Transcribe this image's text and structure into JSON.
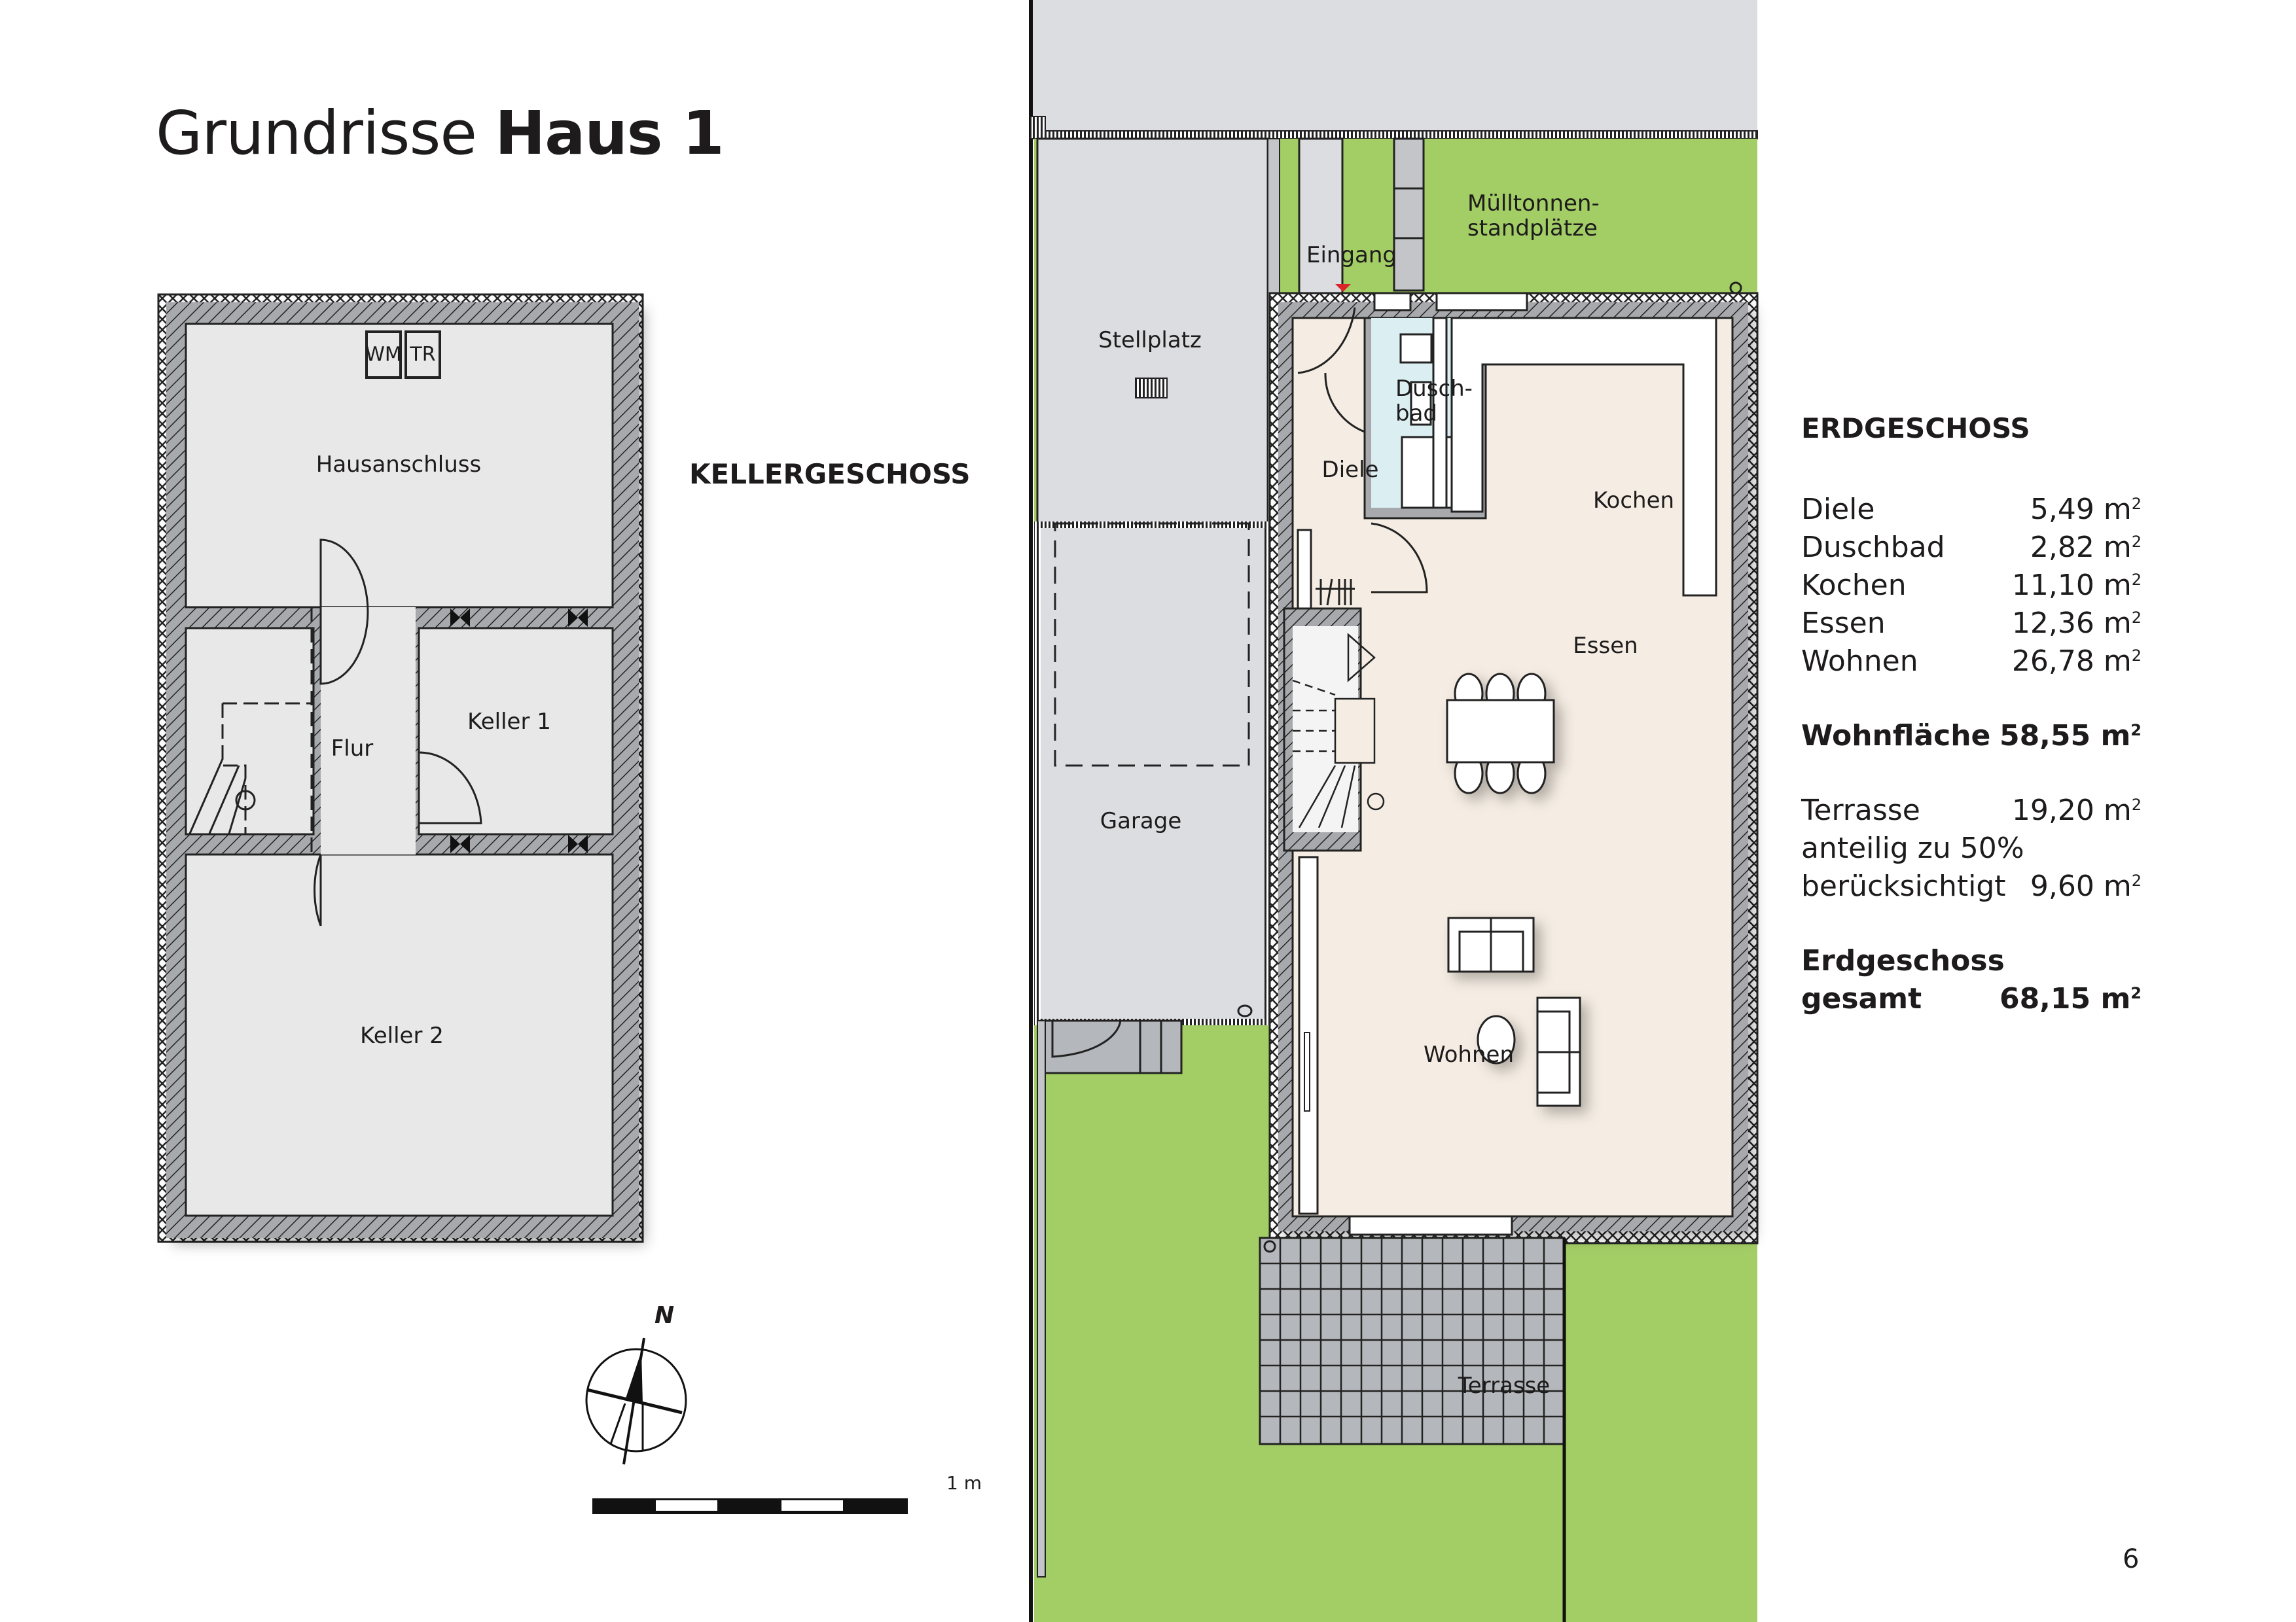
{
  "page": {
    "title_light": "Grundrisse",
    "title_bold": "Haus 1",
    "page_number": "6"
  },
  "kellergeschoss": {
    "heading": "KELLERGESCHOSS",
    "rooms": {
      "hausanschluss": "Hausanschluss",
      "flur": "Flur",
      "keller1": "Keller 1",
      "keller2": "Keller 2"
    },
    "appliances": {
      "wm": "WM",
      "tr": "TR"
    }
  },
  "erdgeschoss_plan": {
    "labels": {
      "stellplatz": "Stellplatz",
      "garage": "Garage",
      "eingang": "Eingang",
      "muelltonnen_line1": "Mülltonnen-",
      "muelltonnen_line2": "standplätze",
      "dusch_line1": "Dusch-",
      "dusch_line2": "bad",
      "diele": "Diele",
      "kochen": "Kochen",
      "essen": "Essen",
      "wohnen": "Wohnen",
      "terrasse": "Terrasse"
    },
    "colors": {
      "lawn": "#a3cd65",
      "interior_floor": "#f5ede3",
      "paving": "#b4b7bb",
      "driveway": "#dcdde0",
      "bath": "#dbeff3",
      "basement_floor": "#e8e8e9",
      "entrance_marker": "#d9252a"
    }
  },
  "compass": {
    "north_label": "N"
  },
  "scale_bar": {
    "label": "1 m"
  },
  "erdgeschoss_areas": {
    "heading": "ERDGESCHOSS",
    "rooms": [
      {
        "name": "Diele",
        "value": "5,49 m",
        "unit_sup": "2"
      },
      {
        "name": "Duschbad",
        "value": "2,82 m",
        "unit_sup": "2"
      },
      {
        "name": "Kochen",
        "value": "11,10 m",
        "unit_sup": "2"
      },
      {
        "name": "Essen",
        "value": "12,36 m",
        "unit_sup": "2"
      },
      {
        "name": "Wohnen",
        "value": "26,78 m",
        "unit_sup": "2"
      }
    ],
    "wohnflaeche": {
      "name": "Wohnfläche",
      "value": "58,55 m",
      "unit_sup": "2"
    },
    "terrasse": {
      "name": "Terrasse",
      "value": "19,20 m",
      "unit_sup": "2"
    },
    "terrasse_note_line1": "anteilig zu 50%",
    "terrasse_note_line2": {
      "name": "berücksichtigt",
      "value": "9,60 m",
      "unit_sup": "2"
    },
    "total_line1": "Erdgeschoss",
    "total_line2": {
      "name": "gesamt",
      "value": "68,15 m",
      "unit_sup": "2"
    }
  }
}
